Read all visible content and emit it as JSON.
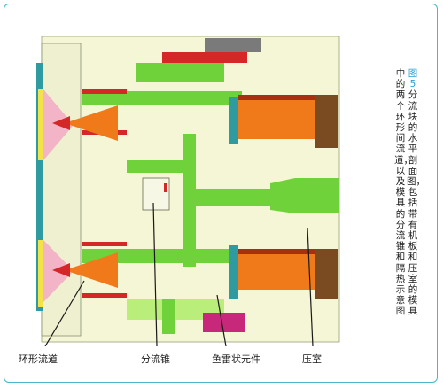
{
  "caption": {
    "figure_label": "图",
    "figure_number": "5",
    "col1": "分流块的水平剖面图，包括带有机板和压室的模具",
    "col2": "中的两个环形间流道，以及模具的分流锥和隔热示意图",
    "col3": "",
    "col4": ""
  },
  "labels": {
    "annular_channel": "环形流道",
    "spreader_cone": "分流锥",
    "torpedo": "鱼雷状元件",
    "pressure_chamber": "压室"
  },
  "colors": {
    "frame": "#49b8c8",
    "figure_label": "#2a9fd6",
    "cream": "#f4f6d6",
    "green": "#6fd23a",
    "light_green": "#b9ee7a",
    "teal": "#2f9aa0",
    "orange": "#f07a1a",
    "red": "#d42828",
    "magenta": "#c8287a",
    "gray": "#7a7a7a",
    "yellow": "#f3e24a",
    "pink": "#f2b4c6"
  }
}
